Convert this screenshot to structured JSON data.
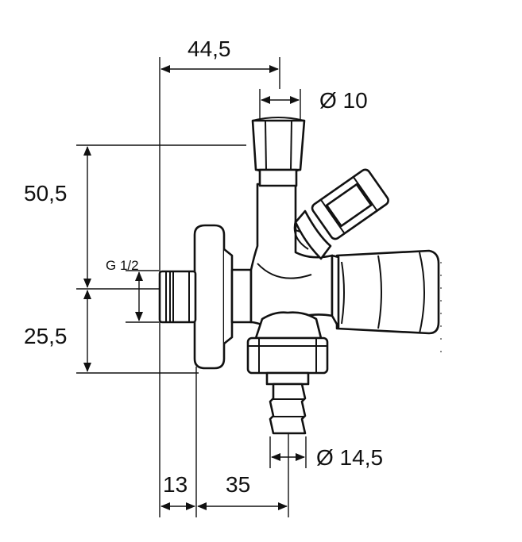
{
  "diagram": {
    "dimensions": {
      "width_top": "44,5",
      "diameter_top": "Ø 10",
      "height_upper": "50,5",
      "thread": "G 1/2",
      "height_lower": "25,5",
      "diameter_hose": "Ø 14,5",
      "width_left": "13",
      "width_right": "35"
    }
  }
}
